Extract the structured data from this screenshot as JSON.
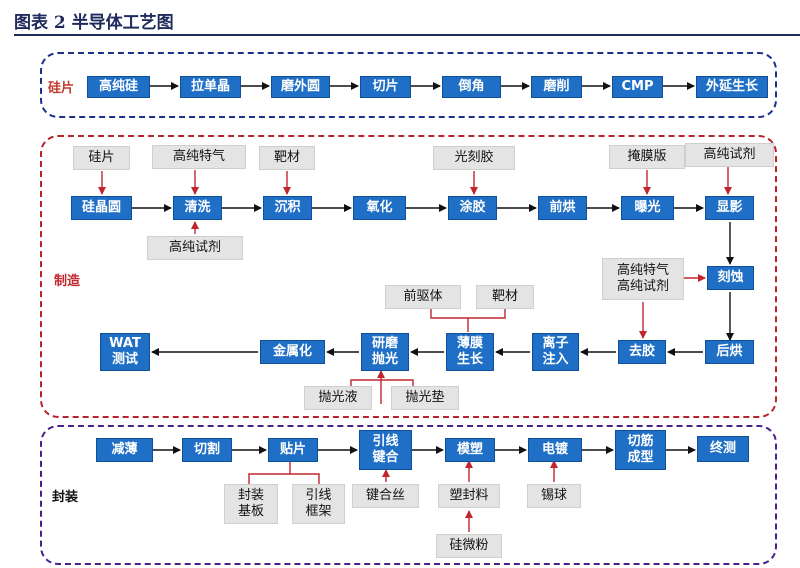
{
  "title": "图表 2   半导体工艺图",
  "colors": {
    "silicon": "#1c2f8a",
    "manufacture": "#b8222c",
    "package": "#4a1f8a",
    "process_box": "#1f6fc6",
    "material_box": "#e4e4e4",
    "arrow_red": "#c0262e"
  },
  "sections": {
    "silicon": {
      "label": "硅片",
      "steps": [
        "高纯硅",
        "拉单晶",
        "磨外圆",
        "切片",
        "倒角",
        "磨削",
        "CMP",
        "外延生长"
      ]
    },
    "manufacture": {
      "label": "制造",
      "steps": {
        "row1": [
          "硅晶圆",
          "清洗",
          "沉积",
          "氧化",
          "涂胶",
          "前烘",
          "曝光",
          "显影"
        ],
        "etch": "刻蚀",
        "row2": [
          "后烘",
          "去胶",
          "离子\n注入",
          "薄膜\n生长",
          "研磨\n抛光",
          "金属化",
          "WAT\n测试"
        ]
      },
      "materials": {
        "wafer": "硅片",
        "clean_gas": "高纯特气",
        "clean_reagent": "高纯试剂",
        "target1": "靶材",
        "photoresist": "光刻胶",
        "mask": "掩膜版",
        "develop_reagent": "高纯试剂",
        "etch_materials": "高纯特气\n高纯试剂",
        "precursor": "前驱体",
        "target2": "靶材",
        "polish_liquid": "抛光液",
        "polish_pad": "抛光垫"
      }
    },
    "package": {
      "label": "封装",
      "steps": [
        "减薄",
        "切割",
        "贴片",
        "引线\n键合",
        "模塑",
        "电镀",
        "切筋\n成型",
        "终测"
      ],
      "materials": {
        "substrate": "封装\n基板",
        "leadframe": "引线\n框架",
        "bond_wire": "键合丝",
        "mold_compound": "塑封料",
        "silica_powder": "硅微粉",
        "tin_ball": "锡球"
      }
    }
  }
}
